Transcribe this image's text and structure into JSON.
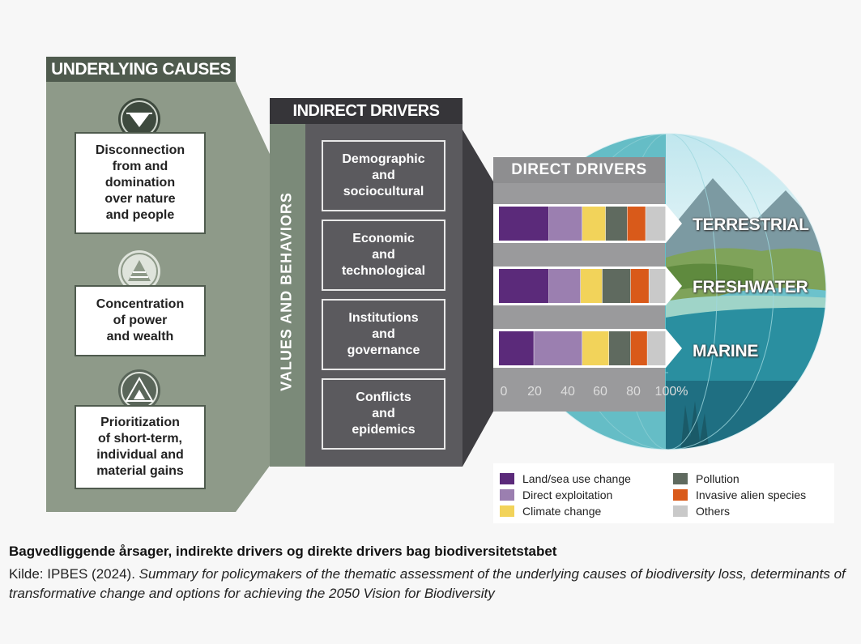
{
  "underlying_causes": {
    "title": "UNDERLYING CAUSES",
    "items": [
      {
        "label": "Disconnection\nfrom and\ndomination\nover nature\nand people",
        "icon": "inverted-triangle-icon"
      },
      {
        "label": "Concentration\nof power\nand wealth",
        "icon": "pyramid-icon"
      },
      {
        "label": "Prioritization\nof short-term,\nindividual and\nmaterial gains",
        "icon": "triangle-in-triangle-icon"
      }
    ]
  },
  "indirect_drivers": {
    "title": "INDIRECT DRIVERS",
    "side_label": "VALUES AND BEHAVIORS",
    "items": [
      {
        "label": "Demographic\nand\nsociocultural"
      },
      {
        "label": "Economic\nand\ntechnological"
      },
      {
        "label": "Institutions\nand\ngovernance"
      },
      {
        "label": "Conflicts\nand\nepidemics"
      }
    ]
  },
  "direct_drivers": {
    "title": "DIRECT DRIVERS",
    "realms": [
      "TERRESTRIAL",
      "FRESHWATER",
      "MARINE"
    ]
  },
  "chart_data": {
    "type": "bar",
    "stacked": true,
    "orientation": "horizontal",
    "categories": [
      "TERRESTRIAL",
      "FRESHWATER",
      "MARINE"
    ],
    "xlim": [
      0,
      100
    ],
    "xticks": [
      "0",
      "20",
      "40",
      "60",
      "80",
      "100%"
    ],
    "series": [
      {
        "name": "Land/sea use change",
        "color": "#5b2a7a",
        "values": [
          30,
          30,
          21
        ]
      },
      {
        "name": "Direct exploitation",
        "color": "#9b7fb0",
        "values": [
          20,
          19,
          29
        ]
      },
      {
        "name": "Climate change",
        "color": "#f2d35a",
        "values": [
          14,
          13,
          16
        ]
      },
      {
        "name": "Pollution",
        "color": "#5f6a5f",
        "values": [
          13,
          17,
          13
        ]
      },
      {
        "name": "Invasive alien species",
        "color": "#d95a1a",
        "values": [
          11,
          11,
          10
        ]
      },
      {
        "name": "Others",
        "color": "#c9c9c9",
        "values": [
          12,
          10,
          11
        ]
      }
    ],
    "legend_position": "bottom"
  },
  "caption": {
    "title": "Bagvedliggende årsager, indirekte drivers og direkte drivers bag biodiversitetstabet",
    "source_prefix": "Kilde: IPBES (2024). ",
    "source_italic": "Summary for policymakers of the thematic assessment of the underlying causes of biodiversity loss, determinants of transformative change and options for achieving the 2050 Vision for Biodiversity"
  },
  "colors": {
    "uc_panel": "#8e9a89",
    "uc_header": "#4f5b4e",
    "id_panel": "#5b5a5e",
    "id_header": "#363539",
    "vb_strip": "#7b8a79",
    "dd_panel": "#9a9a9c",
    "ocean": "#3ea6b4",
    "land": "#7fa35a"
  }
}
